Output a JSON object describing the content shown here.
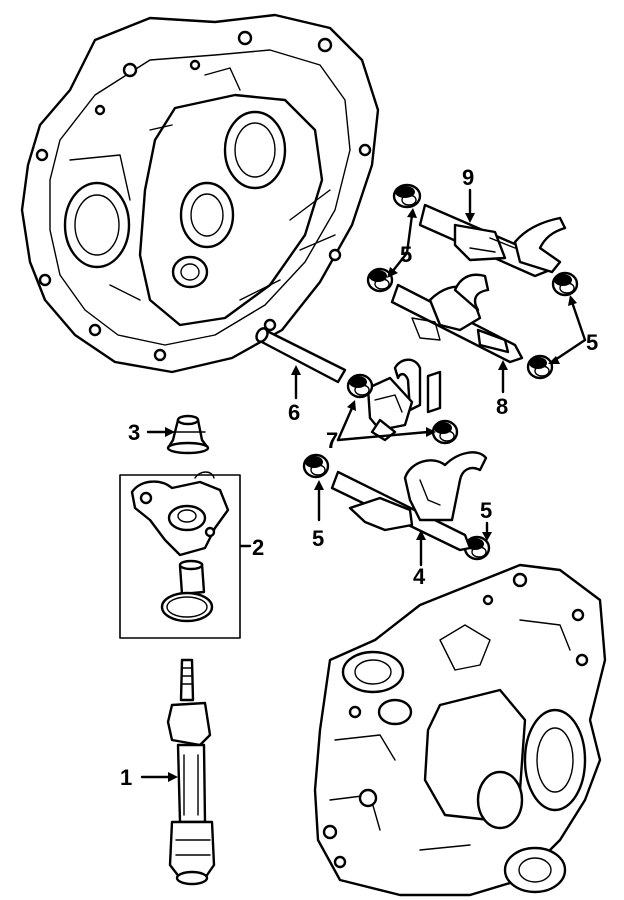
{
  "diagram": {
    "callouts": [
      {
        "id": "c1",
        "label": "1"
      },
      {
        "id": "c2",
        "label": "2"
      },
      {
        "id": "c3",
        "label": "3"
      },
      {
        "id": "c4",
        "label": "4"
      },
      {
        "id": "c5a",
        "label": "5"
      },
      {
        "id": "c5b",
        "label": "5"
      },
      {
        "id": "c5c",
        "label": "5"
      },
      {
        "id": "c5d",
        "label": "5"
      },
      {
        "id": "c6",
        "label": "6"
      },
      {
        "id": "c7",
        "label": "7"
      },
      {
        "id": "c8",
        "label": "8"
      },
      {
        "id": "c9",
        "label": "9"
      }
    ],
    "colors": {
      "line": "#000000",
      "background": "#ffffff"
    }
  }
}
